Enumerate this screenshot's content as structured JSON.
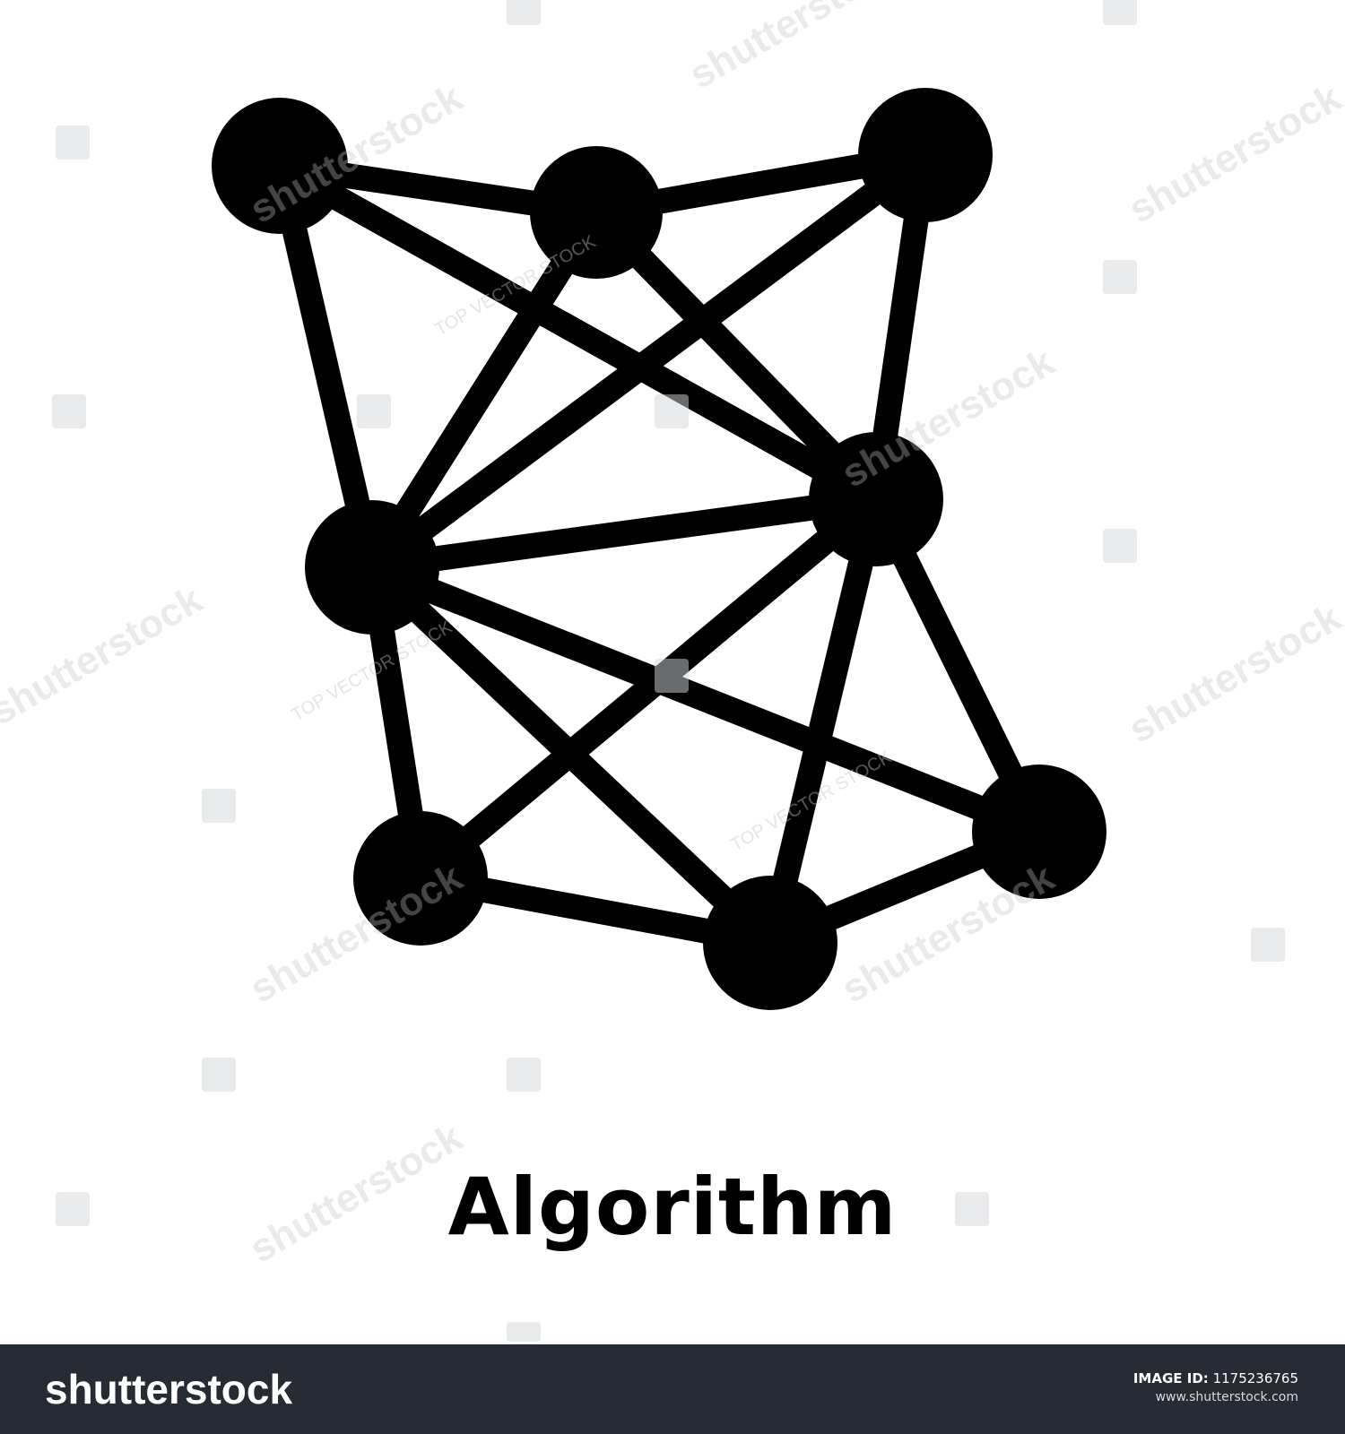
{
  "icon": {
    "name": "algorithm-network-icon",
    "color": "#000000"
  },
  "caption": "Algorithm",
  "watermark": {
    "brand": "shutterstock",
    "tagline": "TOP VECTOR STOCK"
  },
  "footer": {
    "brand": "shutterstock",
    "image_id_label": "IMAGE ID:",
    "image_id_value": "1175236765",
    "url": "www.shutterstock.com",
    "background": "#272b33"
  }
}
